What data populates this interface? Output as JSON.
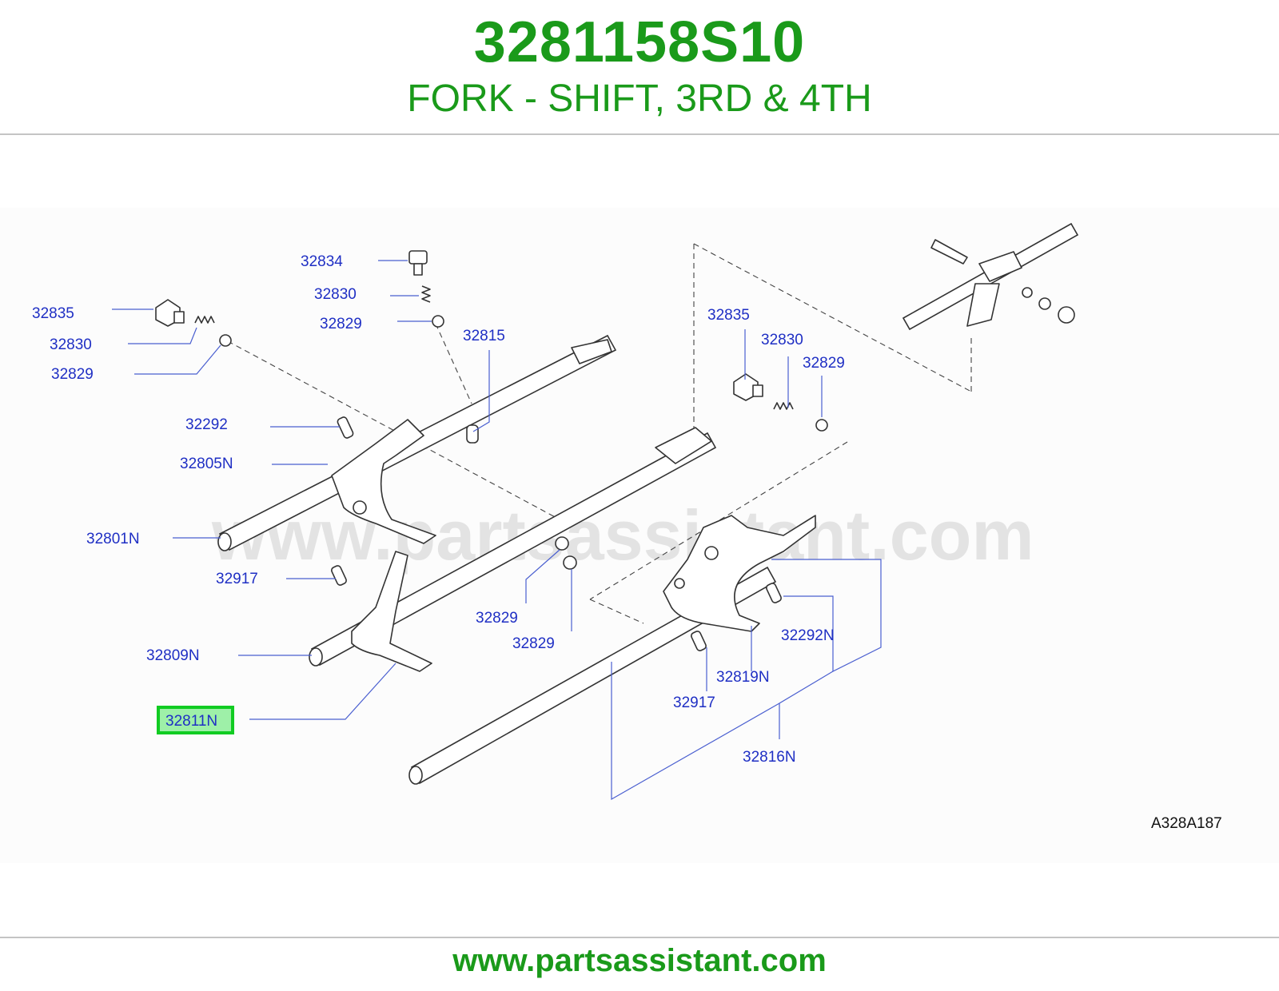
{
  "header": {
    "part_number": "3281158S10",
    "description": "FORK - SHIFT, 3RD & 4TH"
  },
  "diagram": {
    "watermark": "www.partsassistant.com",
    "reference_code": "A328A187",
    "highlighted_callout": "32811N",
    "callouts": {
      "c32834": "32834",
      "c32830a": "32830",
      "c32829a": "32829",
      "c32835a": "32835",
      "c32830b": "32830",
      "c32829b": "32829",
      "c32815": "32815",
      "c32292a": "32292",
      "c32805n": "32805N",
      "c32801n": "32801N",
      "c32917a": "32917",
      "c32809n": "32809N",
      "c32811n": "32811N",
      "c32829c": "32829",
      "c32829d": "32829",
      "c32835b": "32835",
      "c32830c": "32830",
      "c32829e": "32829",
      "c32292n": "32292N",
      "c32819n": "32819N",
      "c32917b": "32917",
      "c32816n": "32816N"
    },
    "colors": {
      "callout_text": "#1f2fc4",
      "highlight_fill": "#9ef0a8",
      "highlight_border": "#11cc22",
      "brand_green": "#1a9a1a"
    }
  },
  "footer": {
    "url": "www.partsassistant.com"
  }
}
